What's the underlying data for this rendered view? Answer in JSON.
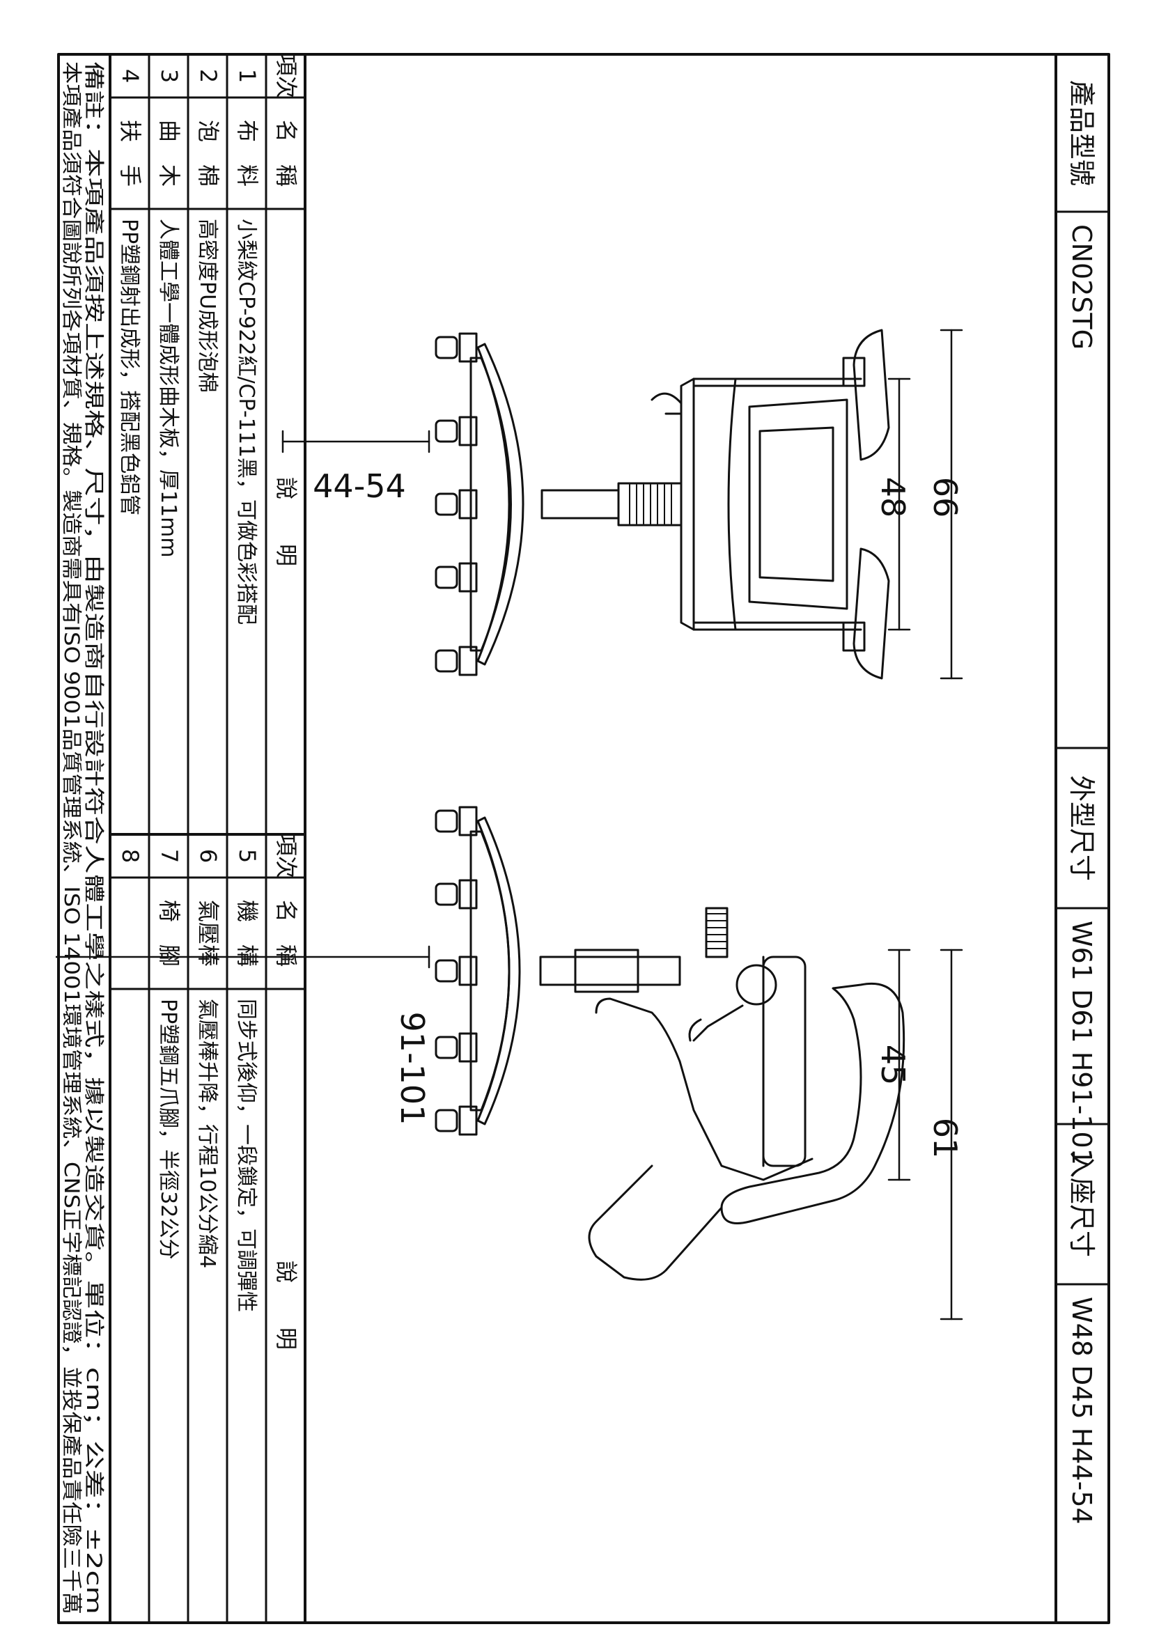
{
  "title_block": {
    "model_label": "產品型號",
    "model_value": "CN02STG",
    "outer_size_label": "外型尺寸",
    "outer_size_value": "W61 D61 H91-101",
    "seat_size_label": "入座尺寸",
    "seat_size_value": "W48 D45 H44-54"
  },
  "dimensions": {
    "front_overall_width": "66",
    "front_seat_width": "48",
    "front_seat_height": "44-54",
    "side_overall_depth": "61",
    "side_seat_depth": "45",
    "side_overall_height": "91-101"
  },
  "table": {
    "header": {
      "item": "項次",
      "name": "名　稱",
      "desc": "說　　明"
    },
    "left_rows": [
      {
        "no": "1",
        "name": "布　料",
        "desc": "小梨紋CP-922紅/CP-111黑，可做色彩搭配"
      },
      {
        "no": "2",
        "name": "泡　棉",
        "desc": "高密度PU成形泡棉"
      },
      {
        "no": "3",
        "name": "曲　木",
        "desc": "人體工學一體成形曲木板，厚11mm"
      },
      {
        "no": "4",
        "name": "扶　手",
        "desc": "PP塑鋼射出成形，搭配黑色鋁管"
      }
    ],
    "right_rows": [
      {
        "no": "5",
        "name": "機　構",
        "desc": "同步式後仰，一段鎖定，可調彈性"
      },
      {
        "no": "6",
        "name": "氣壓棒",
        "desc": "氣壓棒升降，行程10公分縮4"
      },
      {
        "no": "7",
        "name": "椅　腳",
        "desc": "PP塑鋼五爪腳，半徑32公分"
      },
      {
        "no": "8",
        "name": "",
        "desc": ""
      }
    ]
  },
  "notes": {
    "line1": "備註：本項產品須按上述規格、尺寸，由製造商自行設計符合人體工學之樣式，據以製造交貨。單位：cm；公差：±2cm",
    "line2": "本項產品須符合圖說所列各項材質、規格。製造商需具有ISO 9001品質管理系統、ISO 14001環境管理系統、CNS正字標記認證，並投保產品責任險三千萬"
  }
}
